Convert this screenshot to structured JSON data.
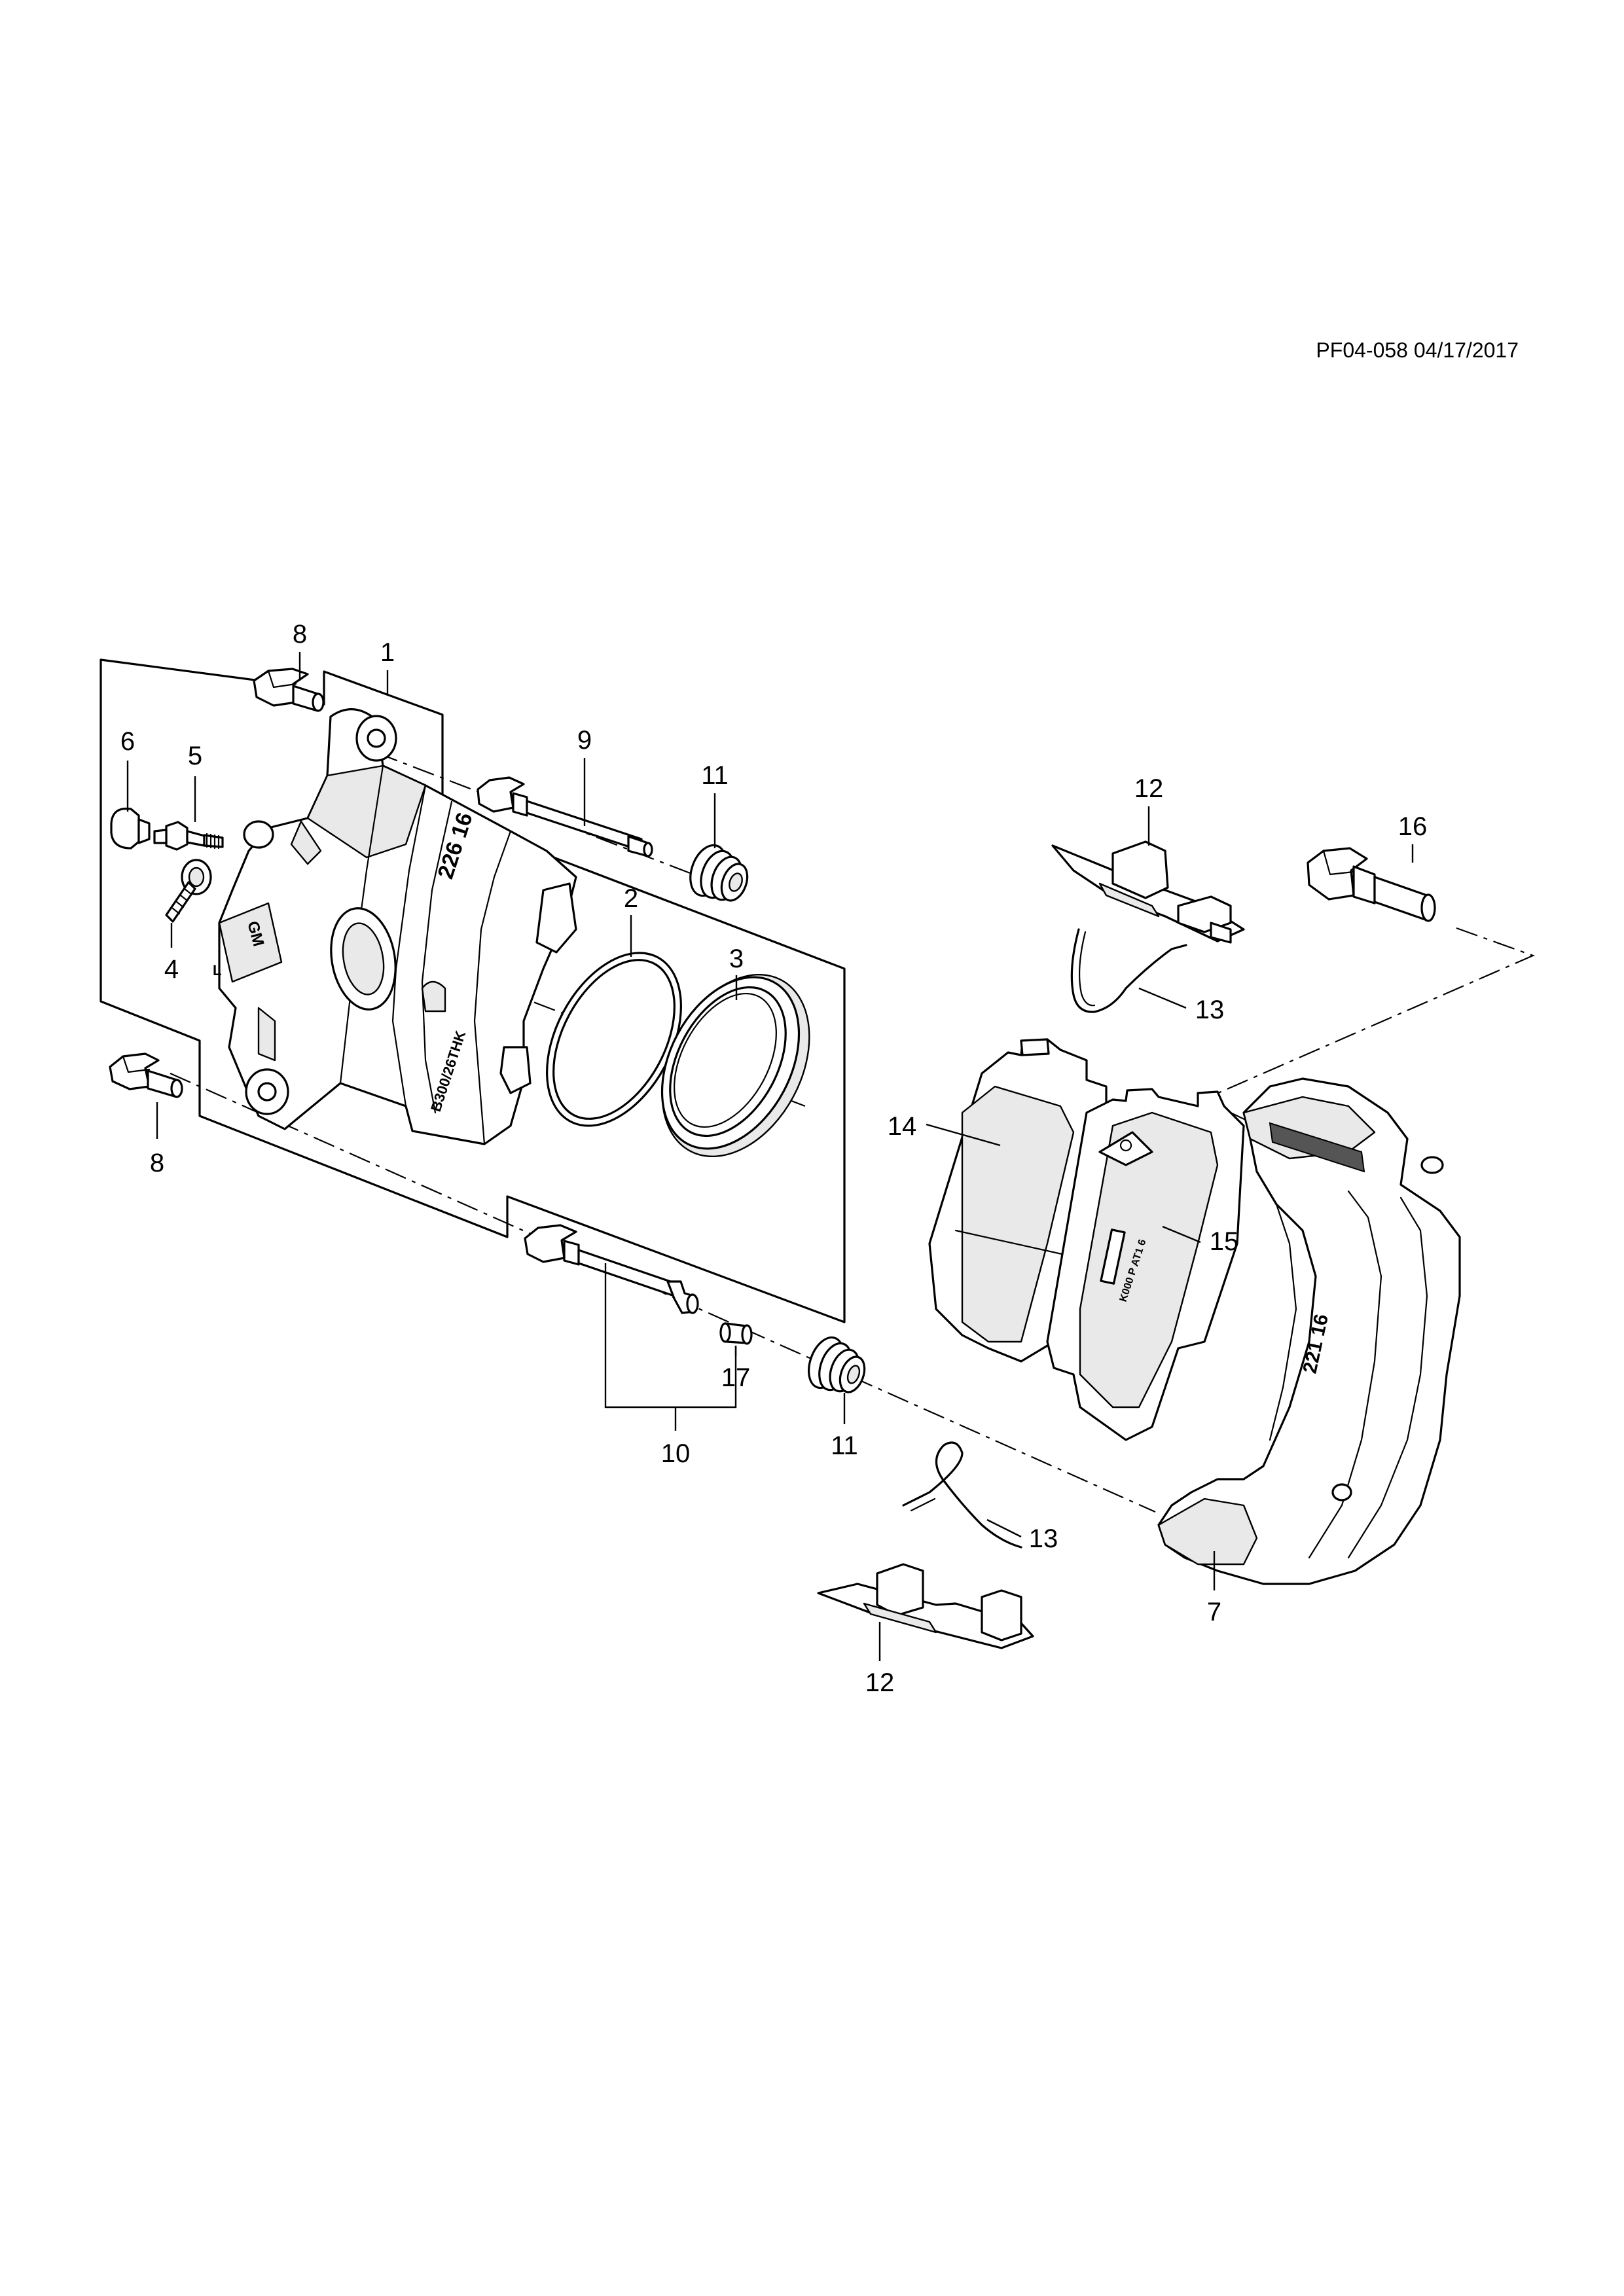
{
  "drawing": {
    "reference": "PF04-058 04/17/2017"
  },
  "callouts": [
    {
      "id": "c1",
      "label": "1"
    },
    {
      "id": "c2",
      "label": "2"
    },
    {
      "id": "c3",
      "label": "3"
    },
    {
      "id": "c4",
      "label": "4"
    },
    {
      "id": "c5",
      "label": "5"
    },
    {
      "id": "c6",
      "label": "6"
    },
    {
      "id": "c7",
      "label": "7"
    },
    {
      "id": "c8a",
      "label": "8"
    },
    {
      "id": "c8b",
      "label": "8"
    },
    {
      "id": "c9",
      "label": "9"
    },
    {
      "id": "c10",
      "label": "10"
    },
    {
      "id": "c11a",
      "label": "11"
    },
    {
      "id": "c11b",
      "label": "11"
    },
    {
      "id": "c12a",
      "label": "12"
    },
    {
      "id": "c12b",
      "label": "12"
    },
    {
      "id": "c13a",
      "label": "13"
    },
    {
      "id": "c13b",
      "label": "13"
    },
    {
      "id": "c14",
      "label": "14"
    },
    {
      "id": "c15",
      "label": "15"
    },
    {
      "id": "c16",
      "label": "16"
    },
    {
      "id": "c17",
      "label": "17"
    }
  ],
  "part_markings": {
    "caliper_casting": "226 16",
    "caliper_code": "B300/26THK",
    "caliper_logo": "GM",
    "caliper_side": "L",
    "bracket_casting": "221 16"
  }
}
